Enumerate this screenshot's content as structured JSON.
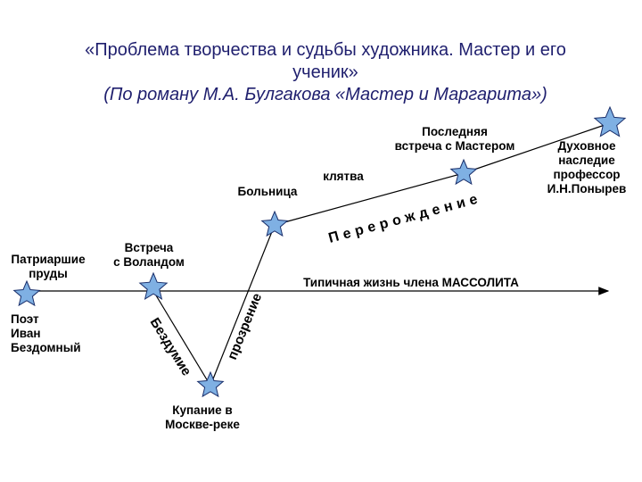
{
  "title": {
    "line1": "«Проблема творчества и судьбы художника. Мастер и его",
    "line2": "ученик»",
    "line3": "(По роману М.А. Булгакова «Мастер и Маргарита»)"
  },
  "labels": {
    "patriarshie": [
      "Патриаршие",
      "пруды"
    ],
    "poet": [
      "Поэт",
      "Иван",
      "Бездомный"
    ],
    "vstrecha": [
      "Встреча",
      "с Воландом"
    ],
    "kupanie": [
      "Купание в",
      "Москве-реке"
    ],
    "bolnitsa": "Больница",
    "klyatva": "клятва",
    "poslednyaya": [
      "Последняя",
      "встреча с Мастером"
    ],
    "dukhovnoe": [
      "Духовное",
      "наследие",
      "профессор",
      "И.Н.Понырев"
    ],
    "tipichnaya": "Типичная жизнь члена МАССОЛИТА",
    "bezdumie": "Бездумие",
    "prozrenie": "прозрение",
    "pererozhdenie": "Перерождение"
  },
  "colors": {
    "star_fill": "#7fb0e3",
    "star_stroke": "#1a2f6b",
    "line": "#000000",
    "title": "#1f1f6e"
  }
}
